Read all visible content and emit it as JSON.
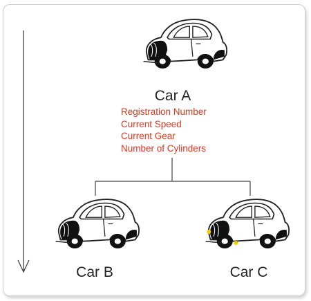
{
  "car_a": {
    "label": "Car A",
    "attributes": [
      "Registration Number",
      "Current Speed",
      "Current Gear",
      "Number of Cylinders"
    ]
  },
  "car_b": {
    "label": "Car B"
  },
  "car_c": {
    "label": "Car C"
  },
  "colors": {
    "attribute_text": "#e0351e",
    "line": "#444444",
    "headlight_c": "#f5d000"
  },
  "icons": [
    "car-a-icon",
    "car-b-icon",
    "car-c-icon",
    "down-arrow"
  ]
}
